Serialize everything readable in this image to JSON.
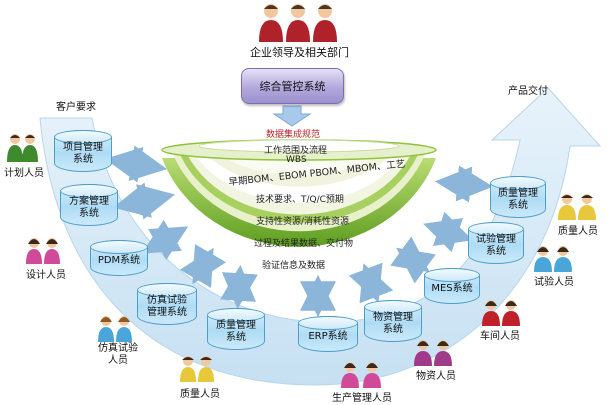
{
  "top": {
    "leaders_label": "企业领导及相关部门",
    "control_system": "综合管控系统"
  },
  "corners": {
    "customer_req": "客户要求",
    "product_delivery": "产品交付"
  },
  "core": {
    "title": "数据集成规范",
    "rings": [
      "工作范围及流程",
      "WBS",
      "早期BOM、EBOM PBOM、MBOM、工艺",
      "技术要求、T/Q/C预期",
      "支持性资源/消耗性资源",
      "过程及结果数据、交付物",
      "验证信息及数据"
    ]
  },
  "systems": {
    "plan": "项目管理\n系统",
    "scheme": "方案管理\n系统",
    "pdm": "PDM系统",
    "sim": "仿真试验\n管理系统",
    "quality_bottom": "质量管理\n系统",
    "erp": "ERP系统",
    "material": "物资管理\n系统",
    "mes": "MES系统",
    "test": "试验管理\n系统",
    "quality_right": "质量管理\n系统"
  },
  "people": {
    "planner": "计划人员",
    "designer": "设计人员",
    "sim_test": "仿真试验\n人员",
    "quality_bottom": "质量人员",
    "prod_mgr": "生产管理人员",
    "material": "物资人员",
    "workshop": "车间人员",
    "tester": "试验人员",
    "quality_right": "质量人员"
  },
  "colors": {
    "arrow_fill": "#cfe6f5",
    "ring_green": "#8fc43a",
    "ring_dark_green": "#5c9e1f",
    "cylinder": "#aedcf5",
    "control_box": "#b3a8dc",
    "title_red": "#c0202a"
  }
}
